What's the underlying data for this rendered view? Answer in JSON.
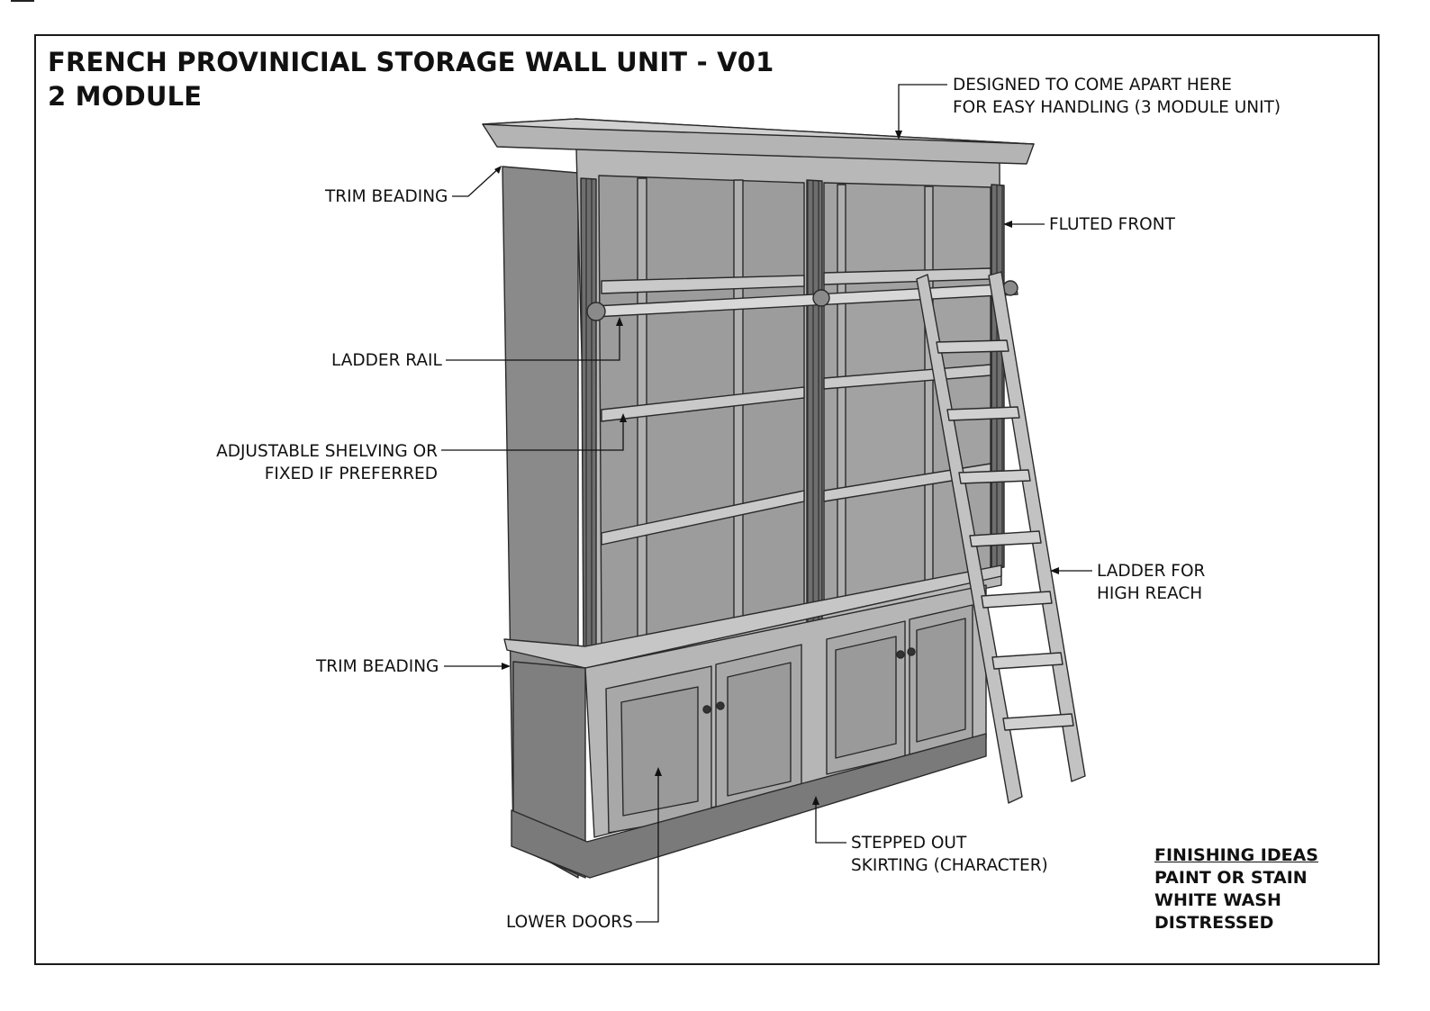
{
  "title": {
    "line1": "FRENCH PROVINICIAL STORAGE WALL UNIT - V01",
    "line2": "2 MODULE"
  },
  "labels": {
    "designed_apart": [
      "DESIGNED TO COME APART HERE",
      "FOR EASY HANDLING (3 MODULE UNIT)"
    ],
    "trim_beading_top": "TRIM BEADING",
    "fluted_front": "FLUTED FRONT",
    "ladder_rail": "LADDER RAIL",
    "adjustable_shelving": [
      "ADJUSTABLE SHELVING OR",
      "FIXED IF PREFERRED"
    ],
    "ladder": [
      "LADDER FOR",
      "HIGH REACH"
    ],
    "trim_beading_bottom": "TRIM BEADING",
    "stepped_skirting": [
      "STEPPED OUT",
      "SKIRTING (CHARACTER)"
    ],
    "lower_doors": "LOWER DOORS"
  },
  "finishing": {
    "heading": "FINISHING IDEAS",
    "items": [
      "PAINT OR STAIN",
      "WHITE WASH",
      "DISTRESSED"
    ]
  },
  "colors": {
    "shelf_back": "#9a9a9a",
    "side_panel": "#8a8a8a",
    "front_face": "#c4c4c4",
    "outline": "#2a2a2a"
  }
}
